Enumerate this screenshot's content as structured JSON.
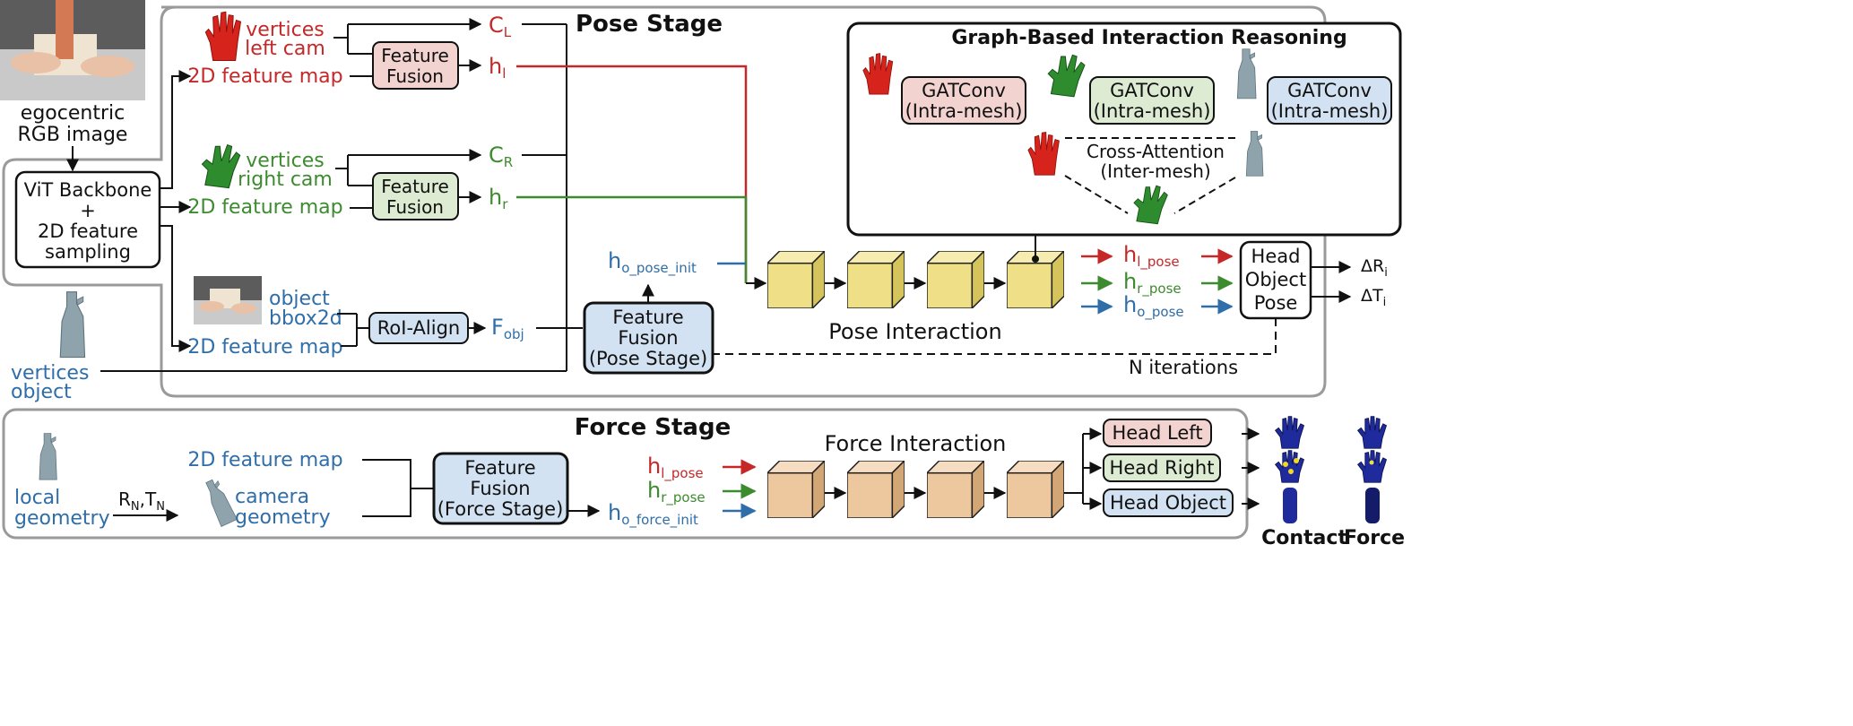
{
  "colors": {
    "red": "#c62828",
    "green": "#3d8b2f",
    "blue": "#2f6ea8",
    "black": "#111111",
    "frame": "#9a9a9a",
    "red_fill": "#f2d3d0",
    "green_fill": "#dcebd2",
    "blue_fill": "#d2e2f2",
    "cube_fill": "#f1e28c",
    "cube_side": "#d8c660",
    "cube_top": "#f7ee b0",
    "force_fill": "#efc9a0",
    "force_side": "#d6aa7c"
  },
  "input": {
    "egocentric_line1": "egocentric",
    "egocentric_line2": "RGB image"
  },
  "backbone": {
    "line1": "ViT Backbone",
    "line2": "+",
    "line3": "2D feature",
    "line4": "sampling"
  },
  "pose_stage": {
    "title": "Pose Stage",
    "left": {
      "vertices_line1": "vertices",
      "vertices_line2": "left cam",
      "feature_map": "2D feature map",
      "fusion_line1": "Feature",
      "fusion_line2": "Fusion",
      "c_main": "C",
      "c_sub": "L",
      "h_main": "h",
      "h_sub": "l"
    },
    "right": {
      "vertices_line1": "vertices",
      "vertices_line2": "right cam",
      "feature_map": "2D feature map",
      "fusion_line1": "Feature",
      "fusion_line2": "Fusion",
      "c_main": "C",
      "c_sub": "R",
      "h_main": "h",
      "h_sub": "r"
    },
    "object": {
      "bbox_line1": "object",
      "bbox_line2": "bbox2d",
      "feature_map": "2D feature map",
      "roi_align": "RoI-Align",
      "f_main": "F",
      "f_sub": "obj",
      "vertices_line1": "vertices",
      "vertices_line2": "object"
    },
    "fusion_pose_line1": "Feature",
    "fusion_pose_line2": "Fusion",
    "fusion_pose_line3": "(Pose Stage)",
    "h_o_pose_init_main": "h",
    "h_o_pose_init_sub": "o_pose_init",
    "pose_interaction": "Pose Interaction",
    "h_l_pose_main": "h",
    "h_l_pose_sub": "l_pose",
    "h_r_pose_main": "h",
    "h_r_pose_sub": "r_pose",
    "h_o_pose_main": "h",
    "h_o_pose_sub": "o_pose",
    "head_line1": "Head",
    "head_line2": "Object",
    "head_line3": "Pose",
    "delta_r_main": "ΔR",
    "delta_r_sub": "i",
    "delta_t_main": "ΔT",
    "delta_t_sub": "i",
    "n_iterations": "N iterations"
  },
  "graph_reasoning": {
    "title": "Graph-Based Interaction Reasoning",
    "gat_line1": "GATConv",
    "gat_line2": "(Intra-mesh)",
    "cross_line1": "Cross-Attention",
    "cross_line2": "(Inter-mesh)"
  },
  "force_stage": {
    "title": "Force Stage",
    "local_line1": "local",
    "local_line2": "geometry",
    "transform_main_r": "R",
    "transform_sub_r": "N",
    "transform_main_t": ",T",
    "transform_sub_t": "N",
    "camera_line1": "camera",
    "camera_line2": "geometry",
    "feature_map": "2D feature map",
    "fusion_line1": "Feature",
    "fusion_line2": "Fusion",
    "fusion_line3": "(Force Stage)",
    "h_l_pose_main": "h",
    "h_l_pose_sub": "l_pose",
    "h_r_pose_main": "h",
    "h_r_pose_sub": "r_pose",
    "h_o_force_init_main": "h",
    "h_o_force_init_sub": "o_force_init",
    "force_interaction": "Force Interaction",
    "head_left": "Head Left",
    "head_right": "Head Right",
    "head_object": "Head Object"
  },
  "outputs": {
    "contact": "Contact",
    "force": "Force"
  }
}
